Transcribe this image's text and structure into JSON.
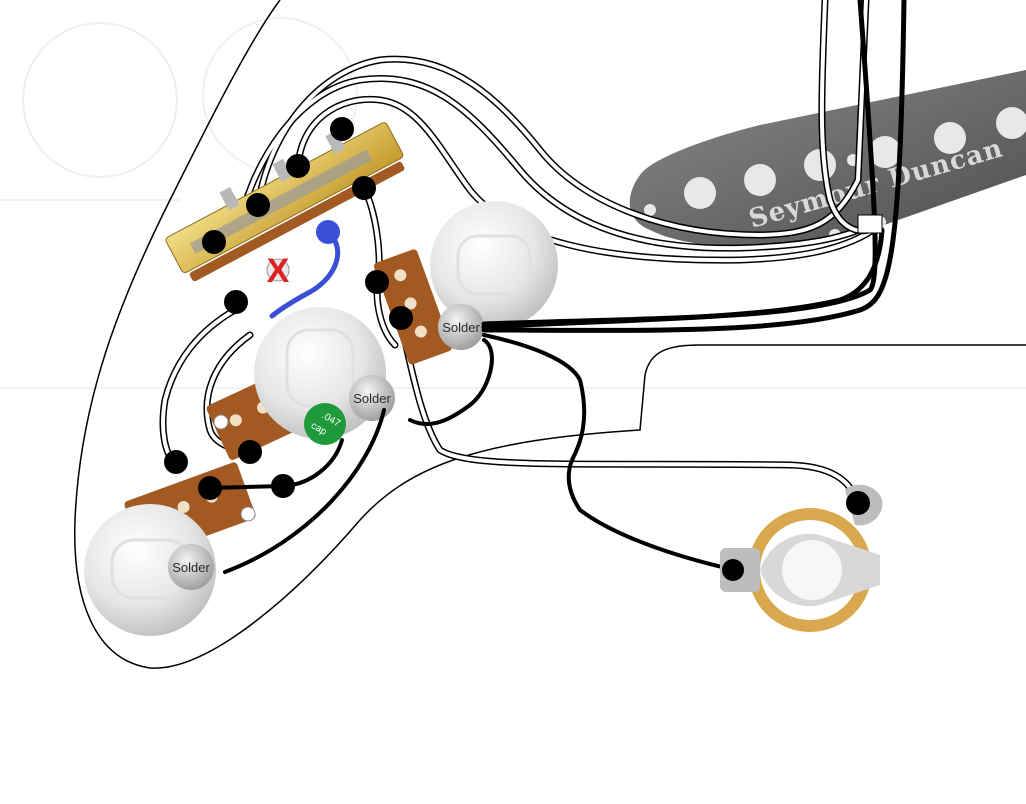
{
  "diagram": {
    "pickup": {
      "brand_text": "Seymour Duncan",
      "pole_pieces": 6
    },
    "pots": [
      {
        "id": "volume",
        "label": "Solder"
      },
      {
        "id": "tone-1",
        "label": "Solder"
      },
      {
        "id": "tone-2",
        "label": "Solder"
      }
    ],
    "capacitor": {
      "label_line1": ".047",
      "label_line2": "cap"
    },
    "markers": {
      "removed_mark": "X"
    },
    "colors": {
      "pickguard_outline": "#000000",
      "wire_white": "#ffffff",
      "wire_black": "#000000",
      "jumper_blue": "#3b4fd6",
      "switch_brass": "#d8b94a",
      "pot_lug_brown": "#a35a22",
      "cap_green": "#1f9a3a",
      "jack_ring": "#d9a84e",
      "pickup_grey": "#6f6f6f",
      "x_mark": "#e02020"
    }
  }
}
